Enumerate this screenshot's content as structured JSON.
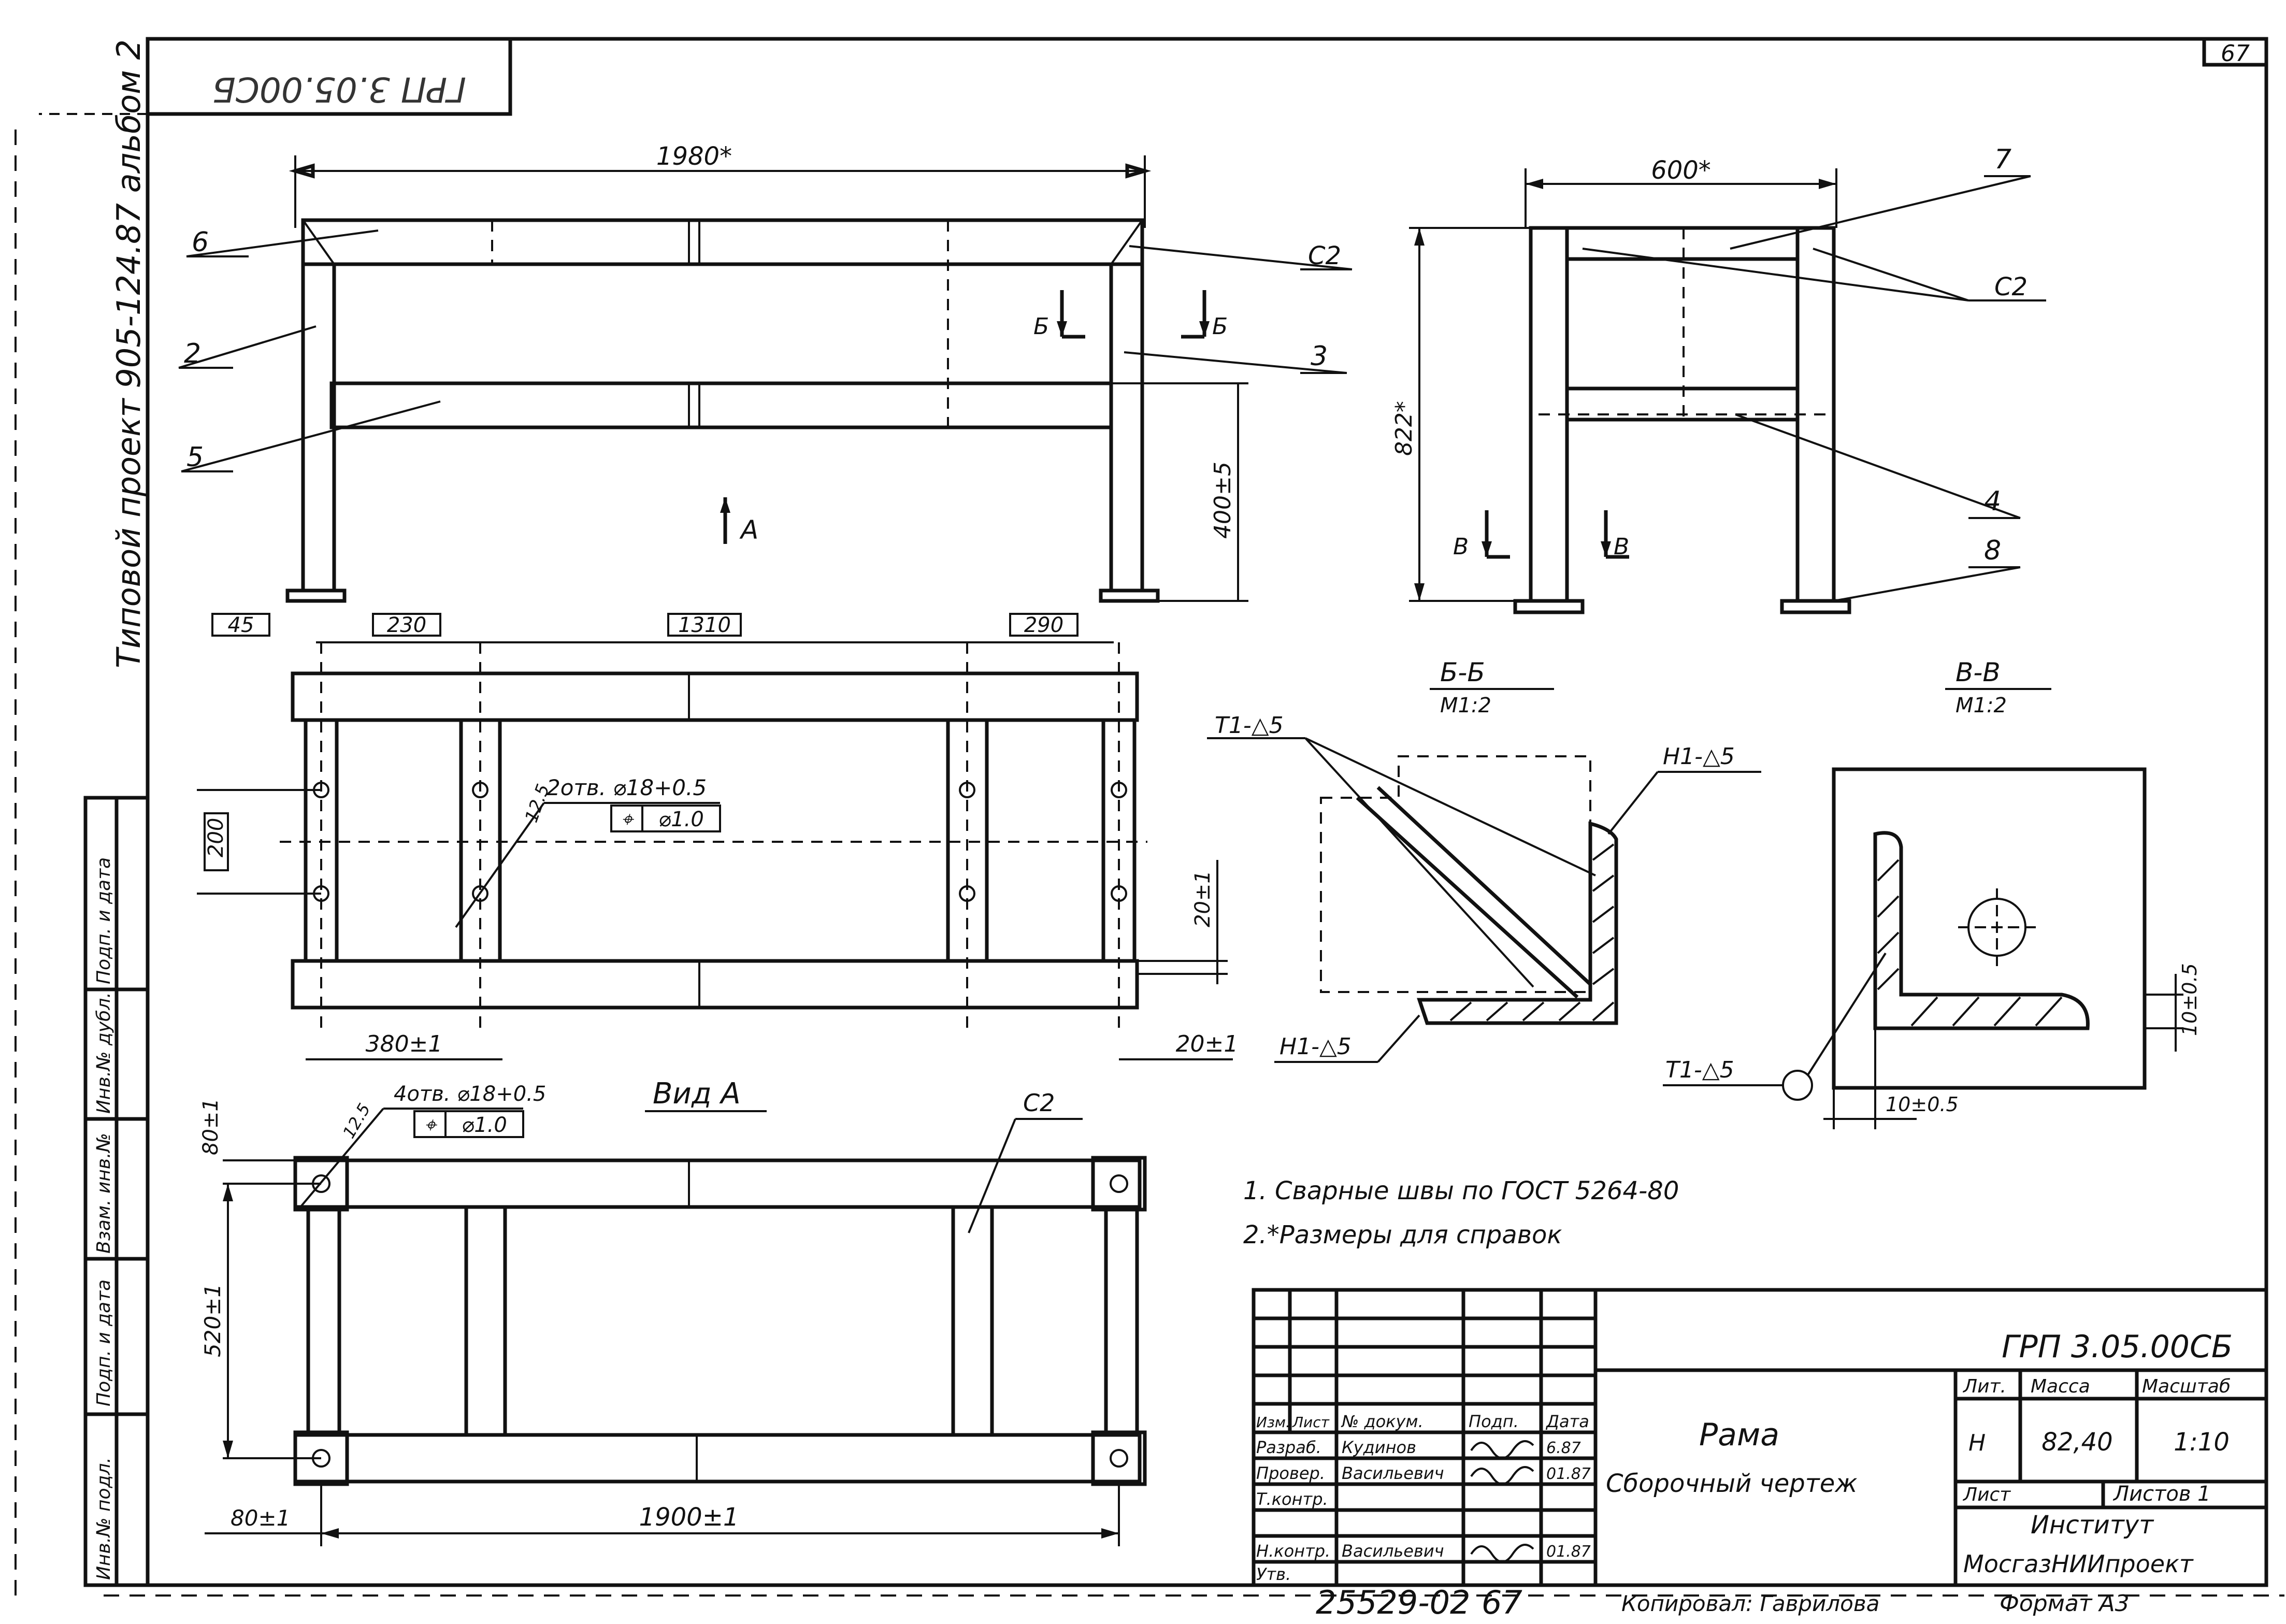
{
  "sheet": {
    "page_number": "67",
    "archive_code_mirrored": "ГРП 3.05.00СБ",
    "side_note_vertical": "Типовой проект 905-124.87 альбом 2",
    "bottom_number": "25529-02",
    "bottom_page": "67",
    "copied_by": "Копировал: Гаврилова",
    "format": "Формат А3"
  },
  "views": {
    "front": {
      "dim_overall": "1980*",
      "dim_height": "400±5",
      "section_mark": "Б",
      "view_arrow": "А",
      "positions": [
        "6",
        "2",
        "5",
        "3"
      ],
      "weld_label": "С2"
    },
    "side": {
      "dim_width": "600*",
      "dim_height": "822*",
      "section_mark": "В",
      "positions": [
        "7",
        "4",
        "8"
      ],
      "weld_label": "С2"
    },
    "plan": {
      "dims_top": [
        "45",
        "230",
        "1310",
        "290"
      ],
      "dim_left": "200",
      "dim_right": "20±1",
      "dim_bottom_left": "380±1",
      "dim_bottom_right": "20±1",
      "hole_note": "2отв. ⌀18+0.5",
      "hole_tol_symbol": "⌖",
      "hole_tol": "⌀1.0",
      "roughness": "12.5"
    },
    "view_a": {
      "title": "Вид А",
      "hole_note": "4отв. ⌀18+0.5",
      "hole_tol_symbol": "⌖",
      "hole_tol": "⌀1.0",
      "roughness": "12.5",
      "dim_top_left": "80±1",
      "dim_height": "520±1",
      "dim_bottom_left": "80±1",
      "dim_length": "1900±1",
      "weld_label": "С2"
    },
    "section_bb": {
      "title": "Б-Б",
      "scale": "М1:2",
      "weld_t1": "Т1-△5",
      "weld_h1_top": "Н1-△5",
      "weld_h1_bottom": "Н1-△5"
    },
    "section_vv": {
      "title": "В-В",
      "scale": "М1:2",
      "weld_t1": "Т1-△5",
      "dim_vertical": "10±0.5",
      "dim_horizontal": "10±0.5"
    }
  },
  "notes": [
    "1. Сварные швы по ГОСТ 5264-80",
    "2.*Размеры для справок"
  ],
  "left_stamp": [
    "Инв.№ подл.",
    "Подп. и дата",
    "Взам. инв.№",
    "Инв.№ дубл.",
    "Подп. и дата"
  ],
  "title_block": {
    "designation": "ГРП 3.05.00СБ",
    "name": "Рама",
    "doc_type": "Сборочный чертеж",
    "col_headers": [
      "Изм.",
      "Лист",
      "№ докум.",
      "Подп.",
      "Дата"
    ],
    "roles": [
      {
        "role": "Разраб.",
        "name": "Кудинов",
        "date": "6.87"
      },
      {
        "role": "Провер.",
        "name": "Васильевич",
        "date": "01.87"
      },
      {
        "role": "Т.контр.",
        "name": "",
        "date": ""
      },
      {
        "role": "Н.контр.",
        "name": "Васильевич",
        "date": "01.87"
      },
      {
        "role": "Утв.",
        "name": "",
        "date": ""
      }
    ],
    "lit_label": "Лит.",
    "mass_label": "Масса",
    "scale_label": "Масштаб",
    "lit_value": "Н",
    "mass_value": "82,40",
    "scale_value": "1:10",
    "sheet_label": "Лист",
    "sheets_label": "Листов 1",
    "org_line1": "Институт",
    "org_line2": "МосгазНИИпроект"
  }
}
